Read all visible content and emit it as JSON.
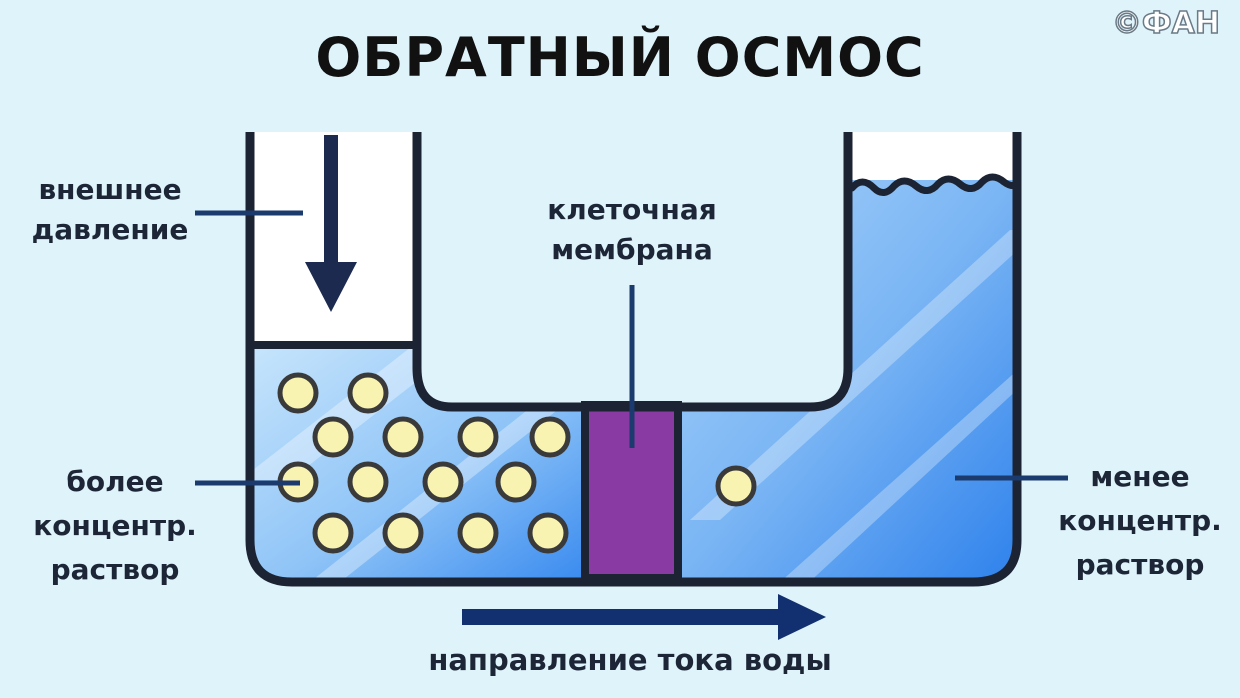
{
  "title": "ОБРАТНЫЙ ОСМОС",
  "watermark": "©ФАН",
  "labels": {
    "external_pressure": [
      "внешнее",
      "давление"
    ],
    "membrane": [
      "клеточная",
      "мембрана"
    ],
    "more_concentrated": [
      "более",
      "концентр.",
      "раствор"
    ],
    "less_concentrated": [
      "менее",
      "концентр.",
      "раствор"
    ],
    "water_flow": "направление тока воды"
  },
  "colors": {
    "outline": "#1c2333",
    "leader": "#1b3a6e",
    "water_light": "#bfe0fb",
    "water_dark": "#3d8ff0",
    "membrane": "#8a3aa3",
    "particle_fill": "#f8f3b0",
    "particle_stroke": "#3a3a3a",
    "arrow": "#123070"
  }
}
